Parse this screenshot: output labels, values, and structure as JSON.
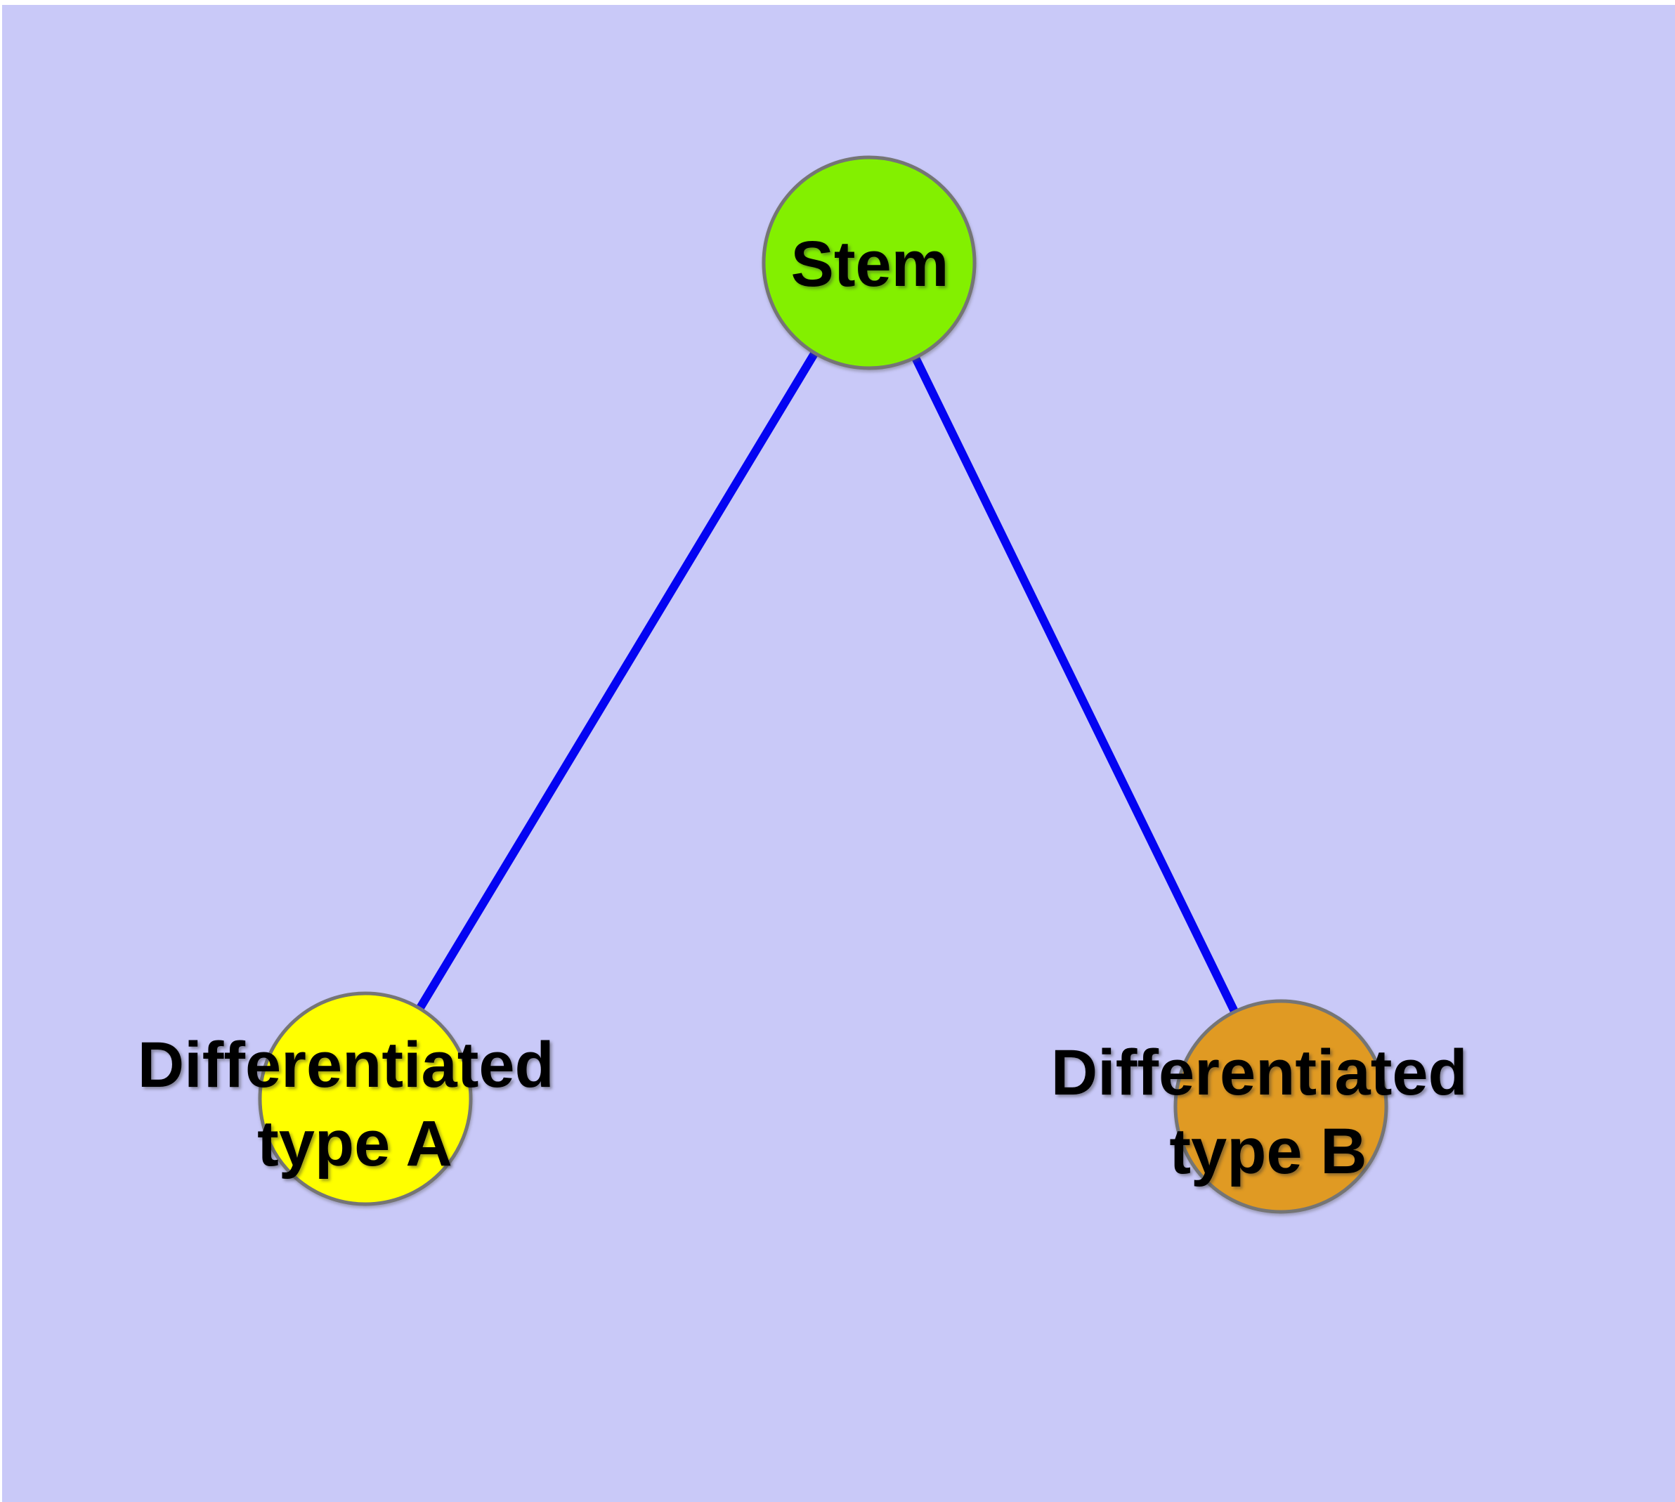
{
  "diagram": {
    "type": "node-link-graph",
    "background_color": "#C9C9F8",
    "margin_color": "#FFFFFF",
    "edge_color": "#0404F2",
    "node_border_color": "#757575",
    "label_color": "#000000",
    "nodes": [
      {
        "id": "stem",
        "label": "Stem",
        "label_lines": [
          "Stem"
        ],
        "color": "#83F000"
      },
      {
        "id": "differentiated-type-a",
        "label": "Differentiated type A",
        "label_lines": [
          "Differentiated",
          "type A"
        ],
        "color": "#FFFF00"
      },
      {
        "id": "differentiated-type-b",
        "label": "Differentiated type B",
        "label_lines": [
          "Differentiated",
          "type B"
        ],
        "color": "#E09A23"
      }
    ],
    "edges": [
      {
        "from": "Stem",
        "to": "Differentiated type A"
      },
      {
        "from": "Stem",
        "to": "Differentiated type B"
      }
    ]
  }
}
